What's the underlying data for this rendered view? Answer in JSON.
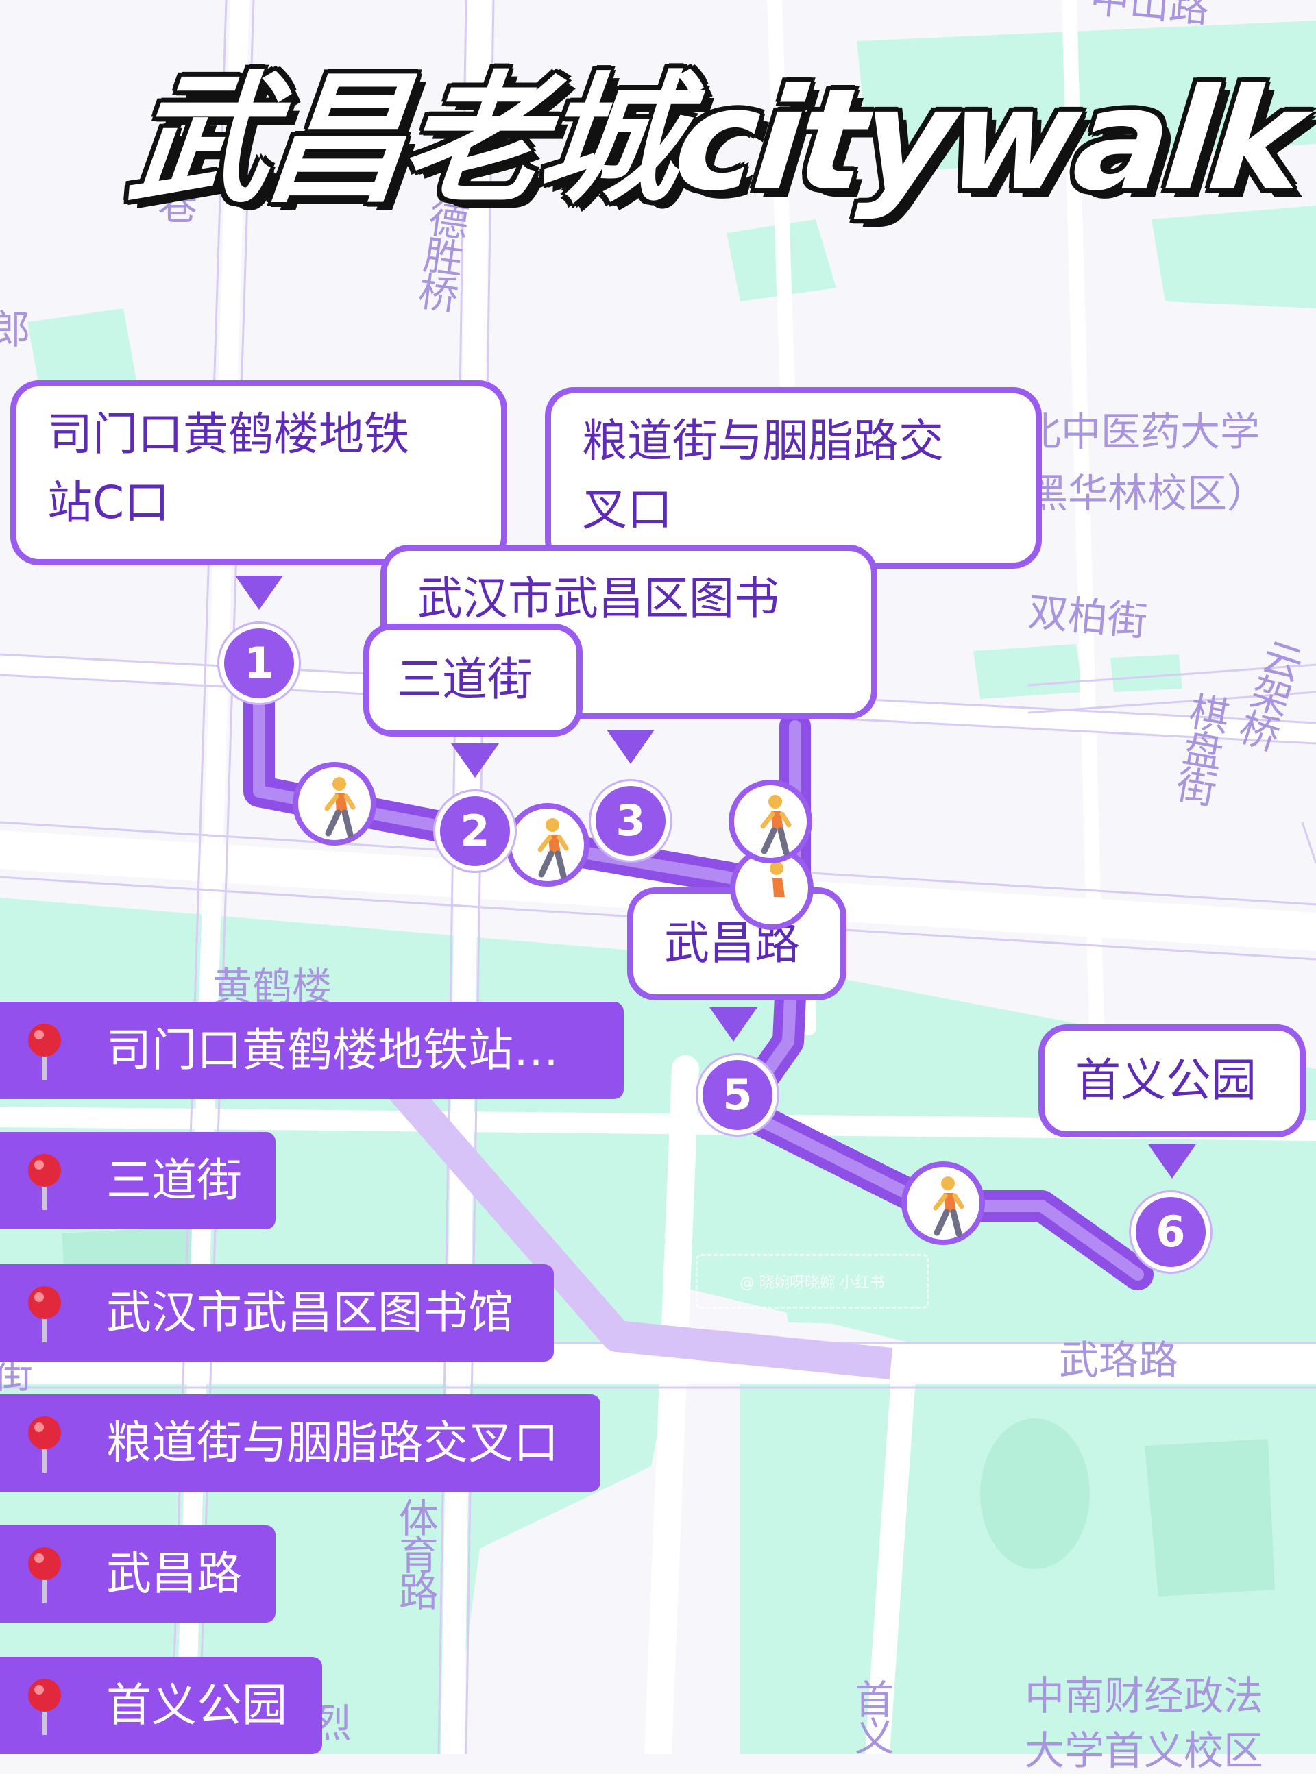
{
  "title": "武昌老城citywalk",
  "street_labels": {
    "top_right": "中山路",
    "top_left": "巷",
    "desheng": "德胜桥",
    "edge_left": "郎",
    "university": "北中医药大学",
    "campus": "黑华林校区）",
    "shuangbai": "双柏街",
    "yunjia": "云架桥",
    "qipan": "棋盘街",
    "huanghelou": "黄鹤楼",
    "wuluolu": "武珞路",
    "jie_left": "街",
    "tiyu": "体育路",
    "lie": "烈",
    "shouyi_road": "首义",
    "zhongnan": "中南财经政法",
    "zhongnan_campus": "大学首义校区"
  },
  "callouts": {
    "simenkou": "司门口黄鹤楼地铁站C口",
    "liangdao": "粮道街与胭脂路交叉口",
    "library": "武汉市武昌区图书",
    "sandao": "三道街",
    "wuchang": "武昌路",
    "shouyi": "首义公园"
  },
  "markers": [
    "1",
    "2",
    "3",
    "5",
    "6"
  ],
  "stops": [
    "司门口黄鹤楼地铁站…",
    "三道街",
    "武汉市武昌区图书馆",
    "粮道街与胭脂路交叉口",
    "武昌路",
    "首义公园"
  ],
  "watermark": "@ 晓婉呀晓婉    小红书",
  "colors": {
    "route": "#9a5cef",
    "chip": "#9350ec",
    "park": "#c9f7e7",
    "road_label": "#a995de",
    "map_bg": "#f7f7fb"
  },
  "icons": {
    "walker": "person-walking-icon",
    "pin": "map-pin-icon"
  }
}
